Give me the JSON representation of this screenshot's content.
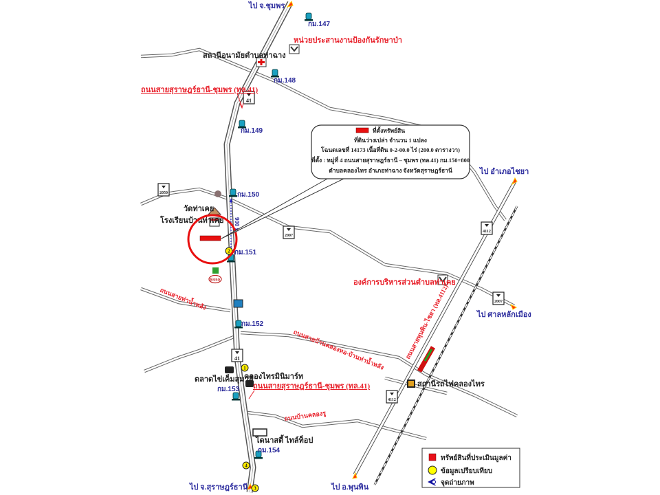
{
  "map": {
    "destinations": {
      "north": "ไป จ.ชุมพร",
      "south": "ไป จ.สุราษฎร์ธานี",
      "east": "ไป อำเภอไชยา",
      "east2": "ไป ศาลหลักเมือง",
      "south_rail": "ไป อ.พุนพิน"
    },
    "km_markers": [
      "กม.147",
      "กม.148",
      "กม.149",
      "กม.150",
      "กม.151",
      "กม.152",
      "กม.153",
      "กม.154"
    ],
    "route_shields": [
      "41",
      "41",
      "2050",
      "2007",
      "4112",
      "2007",
      "4112"
    ],
    "places": {
      "forest_unit": "หน่วยประสานงานป้องกันรักษาป่า",
      "health_station": "สถานีอนามัยตำบลท่าฉาง",
      "temple": "วัดท่าเคย",
      "school": "โรงเรียนบ้านท่าเคย",
      "tao": "องค์การบริหารส่วนตำบลท่าเคย",
      "market": "ตลาดไข่เค็มสุมาลี",
      "minimart": "คลองไทรมินิมาร์ท",
      "cafe": "ไดนาสตี้ ไทล์ท็อป",
      "train_station": "สถานีรถไฟคลองไทร",
      "esso": "Esso"
    },
    "roads": {
      "hwy41_top": "ถนนสายสุราษฎร์ธานี-ชุมพร (ทล.41)",
      "hwy41_bottom": "ถนนสายสุราษฎร์ธานี-ชุมพร (ทล.41)",
      "left_road": "ถนนสายท่าน้ำหลัง",
      "khlong_ho": "ถนนสายบ้านคลองหอ-บ้านท่าน้ำหลัง",
      "khlong_ru": "ถนนบ้านคลองรู",
      "phunphin_chaiya": "ถนนสายพุนพิน-ไชยา (ทล.4112)"
    },
    "distance_label": "900 ม.",
    "comparison_points": [
      "1",
      "2",
      "3",
      "4"
    ]
  },
  "callout": {
    "title": "ที่ตั้งทรัพย์สิน",
    "line1": "ที่ดินว่างเปล่า จำนวน 1 แปลง",
    "line2": "โฉนดเลขที่ 14173 เนื้อที่ดิน 0-2-00.0 ไร่ (200.0 ตารางวา)",
    "line3": "ที่ตั้ง : หมู่ที่ 4 ถนนสายสุราษฎร์ธานี – ชุมพร (ทล.41) กม.150+800",
    "line4": "ตำบลคลองไทร  อำเภอท่าฉาง  จังหวัดสุราษฎร์ธานี"
  },
  "legend": {
    "items": [
      {
        "label": "ทรัพย์สินที่ประเมินมูลค่า",
        "color": "#e8101a"
      },
      {
        "label": "ข้อมูลเปรียบเทียบ",
        "color": "#ffff00"
      },
      {
        "label": "จุดถ่ายภาพ",
        "color": "#1010a0"
      }
    ]
  }
}
